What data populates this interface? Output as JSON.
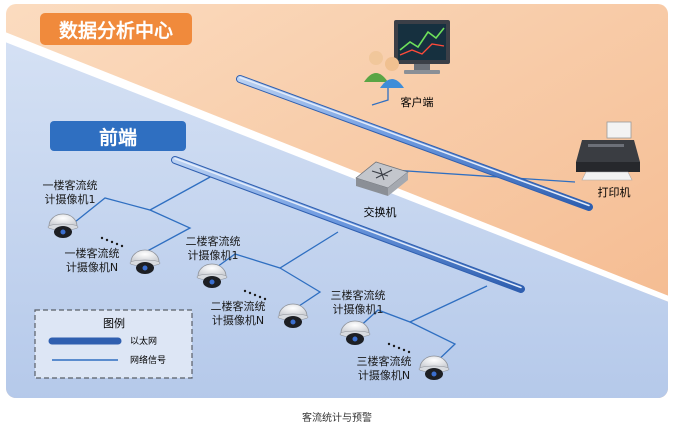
{
  "header": {
    "title": "数据分析中心",
    "frontend_title": "前端"
  },
  "devices": {
    "client": "客户端",
    "printer": "打印机",
    "switch": "交换机"
  },
  "cameras": {
    "f1_cam1_line1": "一楼客流统",
    "f1_cam1_line2": "计摄像机1",
    "f1_camN_line1": "一楼客流统",
    "f1_camN_line2": "计摄像机N",
    "f2_cam1_line1": "二楼客流统",
    "f2_cam1_line2": "计摄像机1",
    "f2_camN_line1": "二楼客流统",
    "f2_camN_line2": "计摄像机N",
    "f3_cam1_line1": "三楼客流统",
    "f3_cam1_line2": "计摄像机1",
    "f3_camN_line1": "三楼客流统",
    "f3_camN_line2": "计摄像机N"
  },
  "legend": {
    "title": "图例",
    "ethernet": "以太网",
    "signal": "网络信号"
  },
  "caption": "客流统计与预警",
  "colors": {
    "data_center_bg": "#f7c7a0",
    "frontend_bg": "#c3d3ee",
    "title_badge": "#f08a3c",
    "frontend_badge": "#2f6fc1",
    "ethernet_pipe": "#6a96d8",
    "signal_line": "#2f6fc1"
  }
}
